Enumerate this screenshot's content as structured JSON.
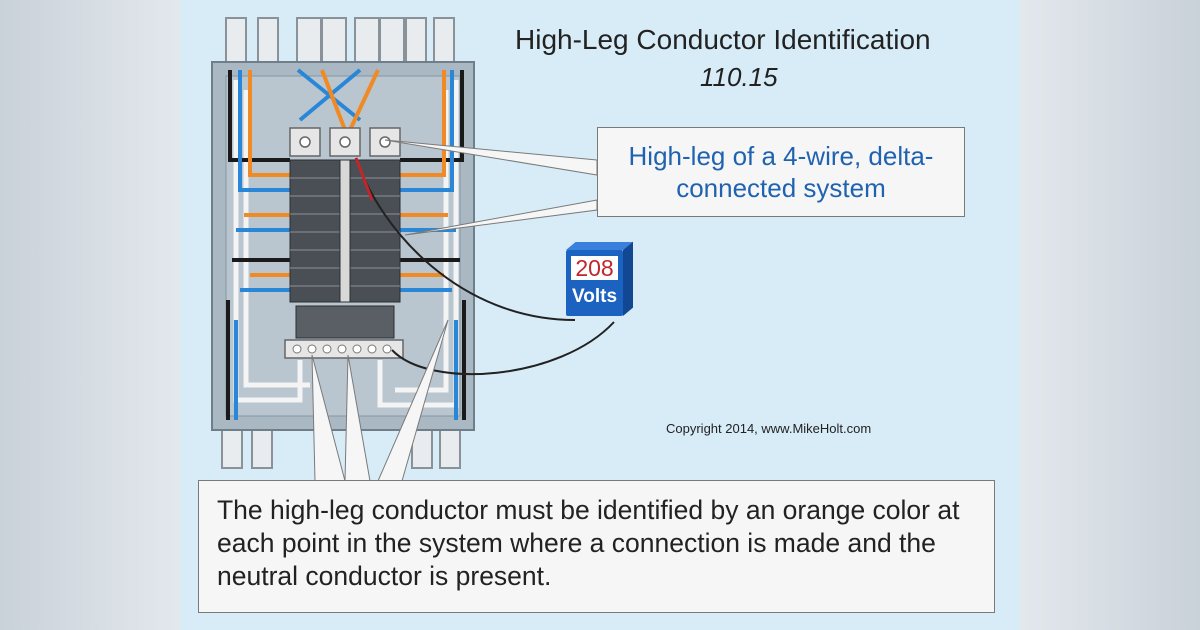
{
  "title": "High-Leg Conductor Identification",
  "section": "110.15",
  "callout_text": "High-leg of a 4-wire, delta-connected system",
  "meter": {
    "reading": "208",
    "unit": "Volts"
  },
  "note_text": "The high-leg conductor must be identified by an orange color at each point in the system where a connection is made and the neutral conductor is present.",
  "copyright": "Copyright 2014, www.MikeHolt.com",
  "colors": {
    "background": "#d8ecf8",
    "high_leg": "#f08a24",
    "phase_blue": "#2a86d6",
    "phase_black": "#1a1a1a",
    "neutral_white": "#f4f4f4",
    "callout_text": "#1f63b0",
    "enclosure": "#a9b8c3"
  }
}
